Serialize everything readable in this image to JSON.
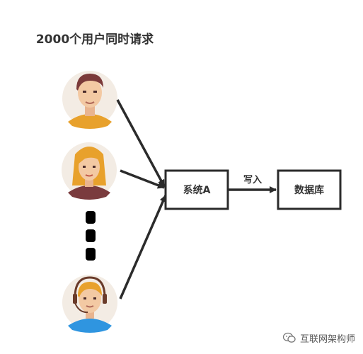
{
  "title": "2000个用户同时请求",
  "nodes": {
    "system": "系统A",
    "database": "数据库"
  },
  "edge_label": "写入",
  "watermark": "互联网架构师",
  "colors": {
    "line": "#2b2b2b",
    "avatar_bg": "#f3ece4",
    "shirt_orange": "#e8a12c",
    "shirt_maroon": "#7a3b3e",
    "shirt_blue": "#2f95e0",
    "skin": "#f3c9a3"
  },
  "icons": [
    "user-avatar-man",
    "user-avatar-woman",
    "user-avatar-headset",
    "wechat-icon"
  ]
}
